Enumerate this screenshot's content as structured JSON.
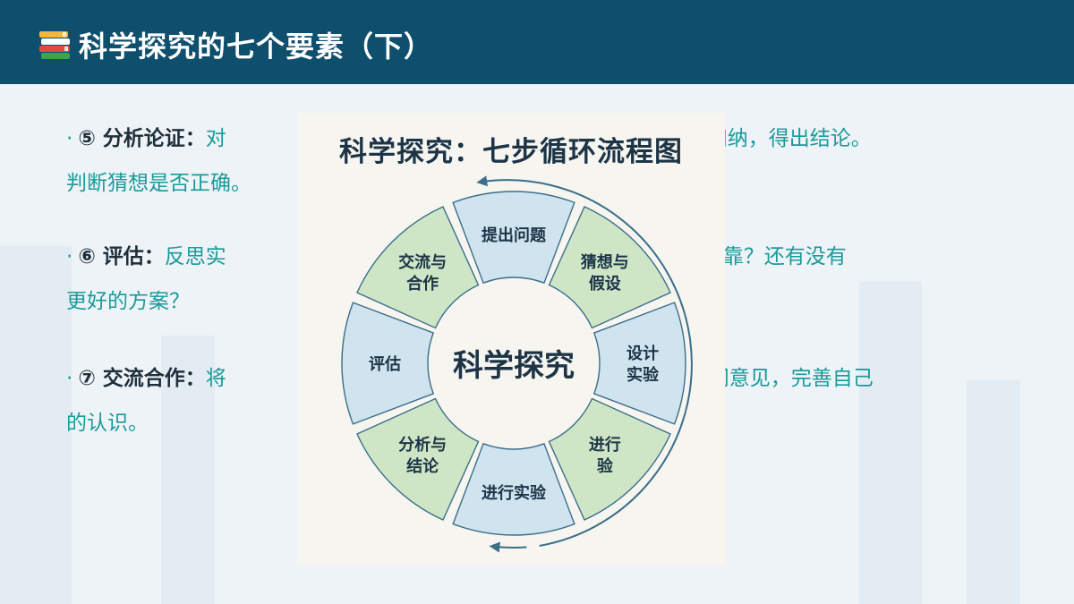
{
  "header": {
    "title": "科学探究的七个要素（下）"
  },
  "paragraphs": [
    {
      "bullet": "·",
      "term": "⑤ 分析论证：",
      "line1_rest": "对",
      "line1_end": "比较、归纳，得出结论。",
      "line2": "判断猜想是否正确。"
    },
    {
      "bullet": "·",
      "term": "⑥ 评估：",
      "line1_rest": "反思实",
      "line1_end": "结论是否可靠？还有没有",
      "line2": "更好的方案？"
    },
    {
      "bullet": "·",
      "term": "⑦ 交流合作：",
      "line1_rest": "将",
      "line1_end": "听取不同意见，完善自己",
      "line2": "的认识。"
    }
  ],
  "diagram": {
    "title": "科学探究：七步循环流程图",
    "center_label": "科学探究",
    "segments": [
      [
        "提出问题"
      ],
      [
        "猜想与",
        "假设"
      ],
      [
        "设计",
        "实验"
      ],
      [
        "进行",
        "验"
      ],
      [
        "进行实验"
      ],
      [
        "分析与",
        "结论"
      ],
      [
        "评估"
      ],
      [
        "交流与",
        "合作"
      ]
    ],
    "colors": {
      "segment_blue": "#cfe4ee",
      "segment_green": "#cfe6c6",
      "outline": "#ffffff",
      "text": "#1d3447",
      "arrow": "#3c6e8a"
    }
  }
}
